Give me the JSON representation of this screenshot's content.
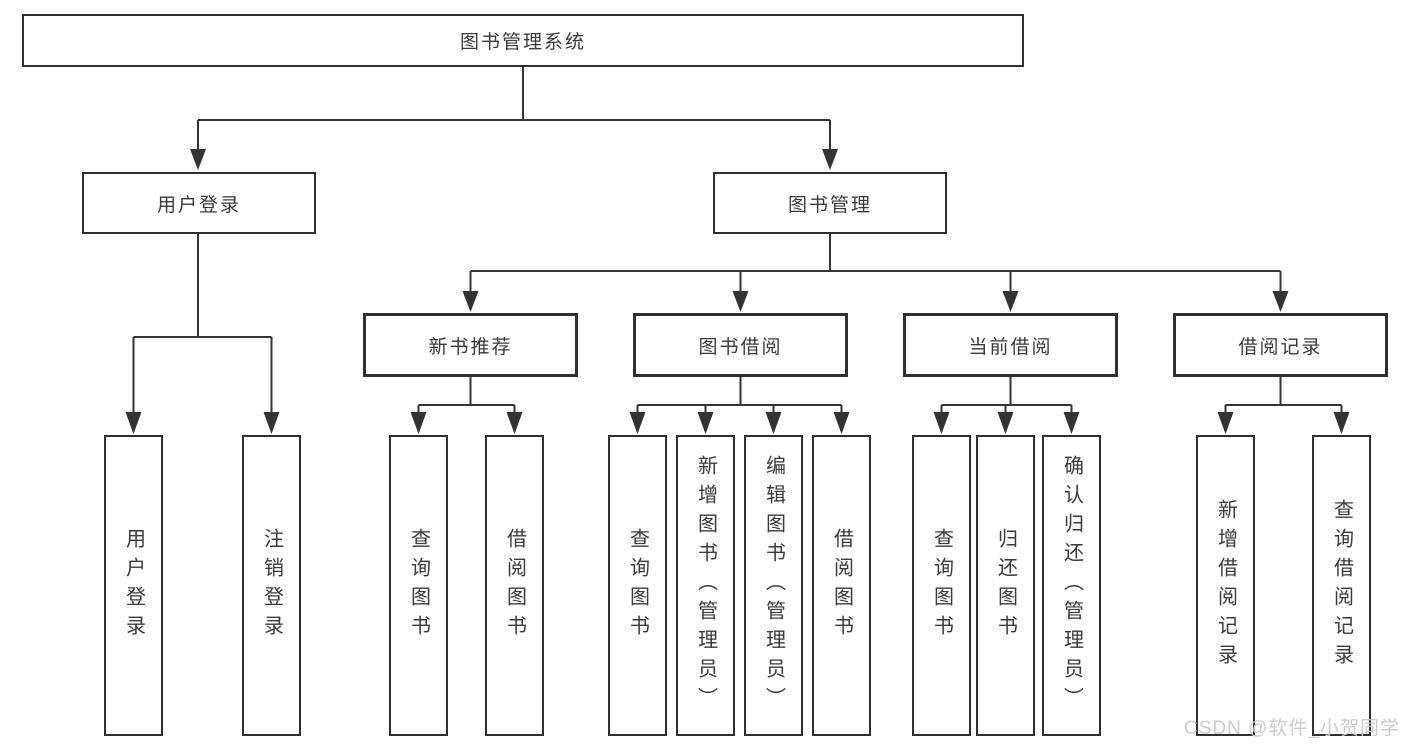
{
  "diagram": {
    "type": "functional-structure-tree",
    "colors": {
      "background": "#ffffff",
      "box_border": "#2f2f2f",
      "connector_line": "#333333",
      "text": "#3a3a3a",
      "watermark": "#c9c9c9"
    },
    "watermark": "CSDN @软件_小贺同学"
  },
  "nodes": {
    "root": "图书管理系统",
    "user_login": "用户登录",
    "book_mgmt": "图书管理",
    "new_book_rec": "新书推荐",
    "book_borrow": "图书借阅",
    "current_borrow": "当前借阅",
    "borrow_record": "借阅记录",
    "leaf_user_login": "用户登录",
    "leaf_logout": "注销登录",
    "leaf_rec_query": "查询图书",
    "leaf_rec_borrow": "借阅图书",
    "leaf_borrow_query": "查询图书",
    "leaf_borrow_add": "新增图书（管理员）",
    "leaf_borrow_edit": "编辑图书（管理员）",
    "leaf_borrow_borrow": "借阅图书",
    "leaf_current_query": "查询图书",
    "leaf_current_return": "归还图书",
    "leaf_current_confirm": "确认归还（管理员）",
    "leaf_record_add": "新增借阅记录",
    "leaf_record_query": "查询借阅记录"
  },
  "hierarchy": {
    "图书管理系统": {
      "用户登录": [
        "用户登录",
        "注销登录"
      ],
      "图书管理": {
        "新书推荐": [
          "查询图书",
          "借阅图书"
        ],
        "图书借阅": [
          "查询图书",
          "新增图书（管理员）",
          "编辑图书（管理员）",
          "借阅图书"
        ],
        "当前借阅": [
          "查询图书",
          "归还图书",
          "确认归还（管理员）"
        ],
        "借阅记录": [
          "新增借阅记录",
          "查询借阅记录"
        ]
      }
    }
  }
}
